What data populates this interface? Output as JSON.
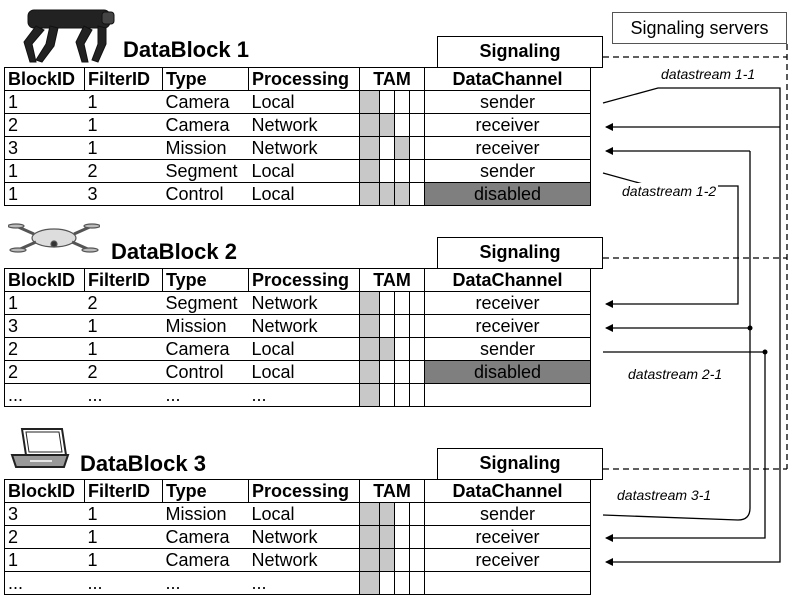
{
  "signaling_servers_label": "Signaling servers",
  "header": {
    "block_id": "BlockID",
    "filter_id": "FilterID",
    "type": "Type",
    "processing": "Processing",
    "tam": "TAM",
    "data_channel": "DataChannel"
  },
  "signaling_label": "Signaling",
  "blocks": [
    {
      "title": "DataBlock 1",
      "device_icon": "robot-dog-icon",
      "rows": [
        {
          "block_id": "1",
          "filter_id": "1",
          "type": "Camera",
          "processing": "Local",
          "tam": [
            1,
            0,
            0,
            0
          ],
          "channel": "sender"
        },
        {
          "block_id": "2",
          "filter_id": "1",
          "type": "Camera",
          "processing": "Network",
          "tam": [
            1,
            1,
            0,
            0
          ],
          "channel": "receiver"
        },
        {
          "block_id": "3",
          "filter_id": "1",
          "type": "Mission",
          "processing": "Network",
          "tam": [
            1,
            0,
            1,
            0
          ],
          "channel": "receiver"
        },
        {
          "block_id": "1",
          "filter_id": "2",
          "type": "Segment",
          "processing": "Local",
          "tam": [
            1,
            0,
            0,
            0
          ],
          "channel": "sender"
        },
        {
          "block_id": "1",
          "filter_id": "3",
          "type": "Control",
          "processing": "Local",
          "tam": [
            1,
            1,
            1,
            0
          ],
          "channel": "disabled"
        }
      ]
    },
    {
      "title": "DataBlock 2",
      "device_icon": "drone-icon",
      "rows": [
        {
          "block_id": "1",
          "filter_id": "2",
          "type": "Segment",
          "processing": "Network",
          "tam": [
            1,
            0,
            0,
            0
          ],
          "channel": "receiver"
        },
        {
          "block_id": "3",
          "filter_id": "1",
          "type": "Mission",
          "processing": "Network",
          "tam": [
            1,
            0,
            0,
            0
          ],
          "channel": "receiver"
        },
        {
          "block_id": "2",
          "filter_id": "1",
          "type": "Camera",
          "processing": "Local",
          "tam": [
            1,
            1,
            0,
            0
          ],
          "channel": "sender"
        },
        {
          "block_id": "2",
          "filter_id": "2",
          "type": "Control",
          "processing": "Local",
          "tam": [
            1,
            0,
            0,
            0
          ],
          "channel": "disabled"
        },
        {
          "block_id": "...",
          "filter_id": "...",
          "type": "...",
          "processing": "...",
          "tam": [
            1,
            0,
            0,
            0
          ],
          "channel": ""
        }
      ]
    },
    {
      "title": "DataBlock 3",
      "device_icon": "laptop-icon",
      "rows": [
        {
          "block_id": "3",
          "filter_id": "1",
          "type": "Mission",
          "processing": "Local",
          "tam": [
            1,
            1,
            0,
            0
          ],
          "channel": "sender"
        },
        {
          "block_id": "2",
          "filter_id": "1",
          "type": "Camera",
          "processing": "Network",
          "tam": [
            1,
            1,
            0,
            0
          ],
          "channel": "receiver"
        },
        {
          "block_id": "1",
          "filter_id": "1",
          "type": "Camera",
          "processing": "Network",
          "tam": [
            1,
            1,
            0,
            0
          ],
          "channel": "receiver"
        },
        {
          "block_id": "...",
          "filter_id": "...",
          "type": "...",
          "processing": "...",
          "tam": [
            1,
            0,
            0,
            0
          ],
          "channel": ""
        }
      ]
    }
  ],
  "datastreams": [
    "datastream 1-1",
    "datastream 1-2",
    "datastream 2-1",
    "datastream 3-1"
  ],
  "colors": {
    "tam_active": "#c8c8c8",
    "disabled_channel": "#7f7f7f",
    "line": "#000000"
  }
}
